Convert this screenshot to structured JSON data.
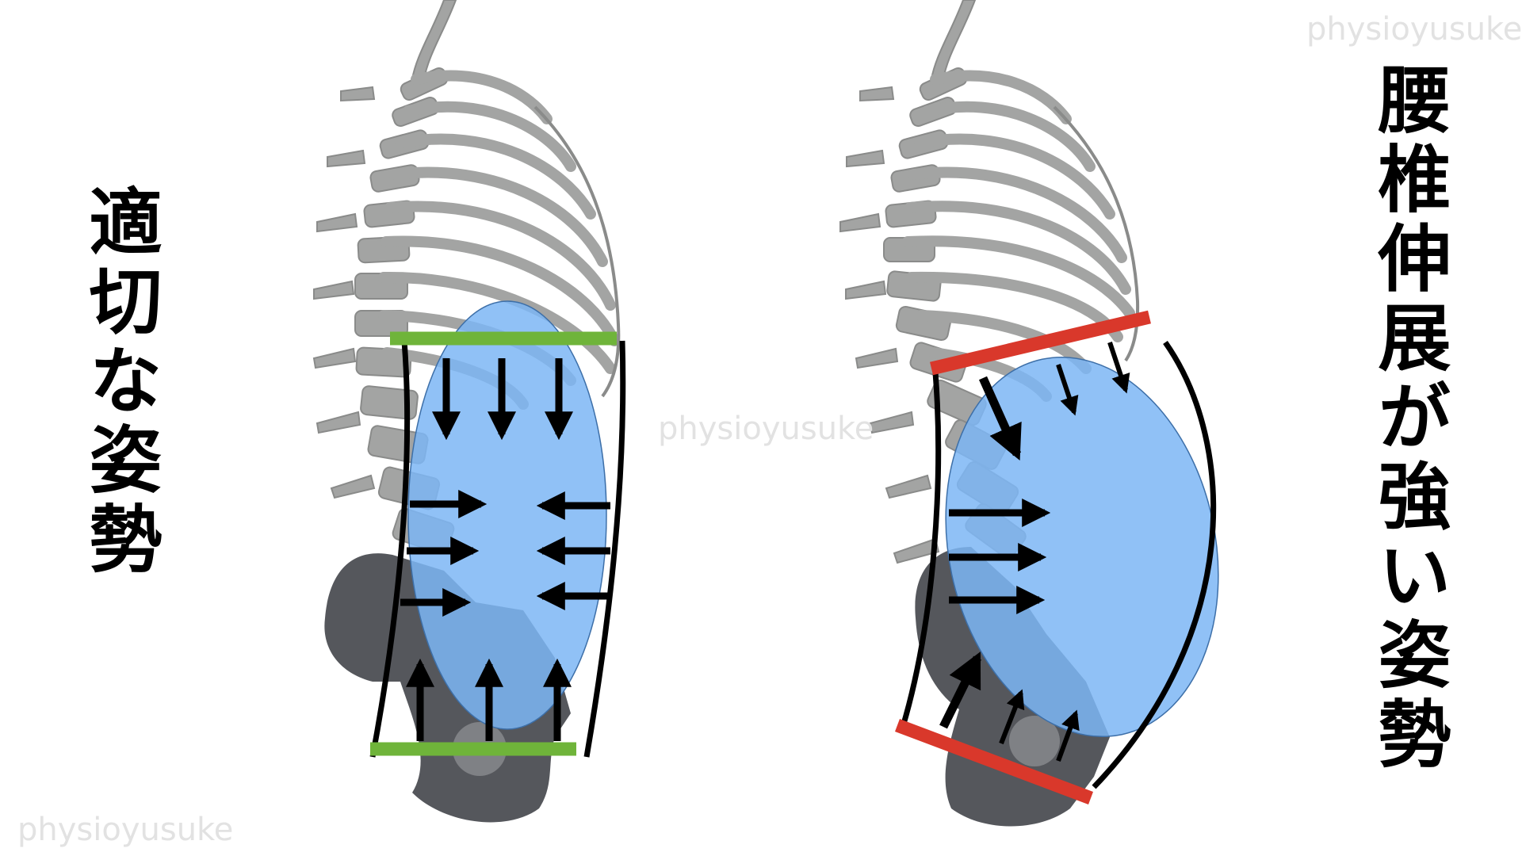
{
  "titles": {
    "left": "適切な姿勢",
    "right": "腰椎伸展が強い姿勢"
  },
  "watermark": "physioyusuke",
  "colors": {
    "bone": "#a3a4a3",
    "bone_outline": "#8a8b8a",
    "pelvis": "#55575c",
    "cavity": "#7db6f5",
    "cavity_dark": "#4a86c8",
    "diaphragm_good": "#6fb43a",
    "diaphragm_bad": "#d9382b",
    "arrow": "#000000"
  }
}
